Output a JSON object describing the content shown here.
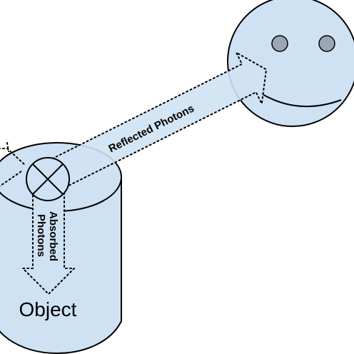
{
  "labels": {
    "reflected": "Reflected Photons",
    "absorbed_line1": "Absorbed",
    "absorbed_line2": "Photons",
    "object": "Object"
  },
  "colors": {
    "fill": "#cfe2f3",
    "stroke": "#000000",
    "eye": "#9aa7b6",
    "background": "#ffffff"
  }
}
